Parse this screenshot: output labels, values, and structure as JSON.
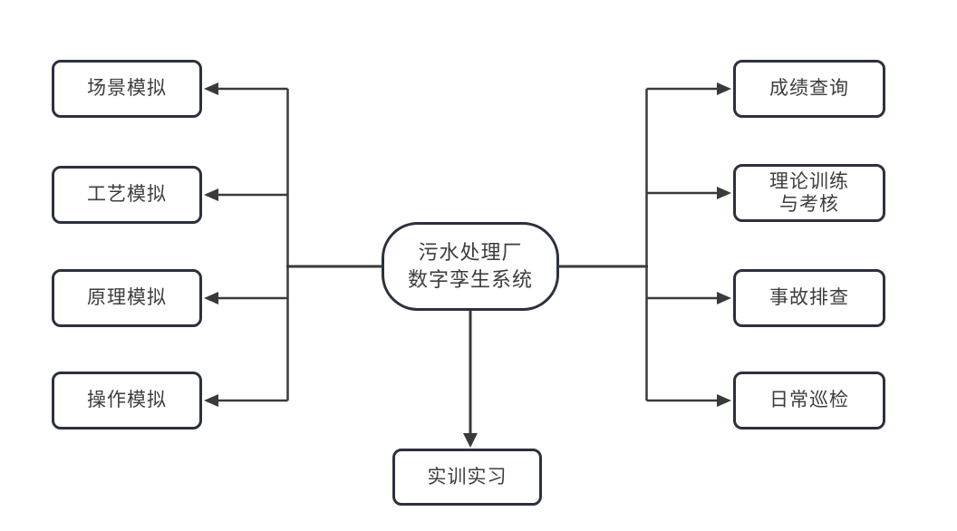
{
  "diagram": {
    "center_node": {
      "line1": "污水处理厂",
      "line2": "数字孪生系统"
    },
    "left_nodes": [
      {
        "label": "场景模拟"
      },
      {
        "label": "工艺模拟"
      },
      {
        "label": "原理模拟"
      },
      {
        "label": "操作模拟"
      }
    ],
    "right_nodes": [
      {
        "label": "成绩查询"
      },
      {
        "line1": "理论训练",
        "line2": "与考核"
      },
      {
        "label": "事故排查"
      },
      {
        "label": "日常巡检"
      }
    ],
    "bottom_node": {
      "label": "实训实习"
    },
    "colors": {
      "node_border": "#2b313d",
      "connector": "#3a3a3a",
      "text": "#3d3d3d",
      "background": "#ffffff"
    }
  }
}
